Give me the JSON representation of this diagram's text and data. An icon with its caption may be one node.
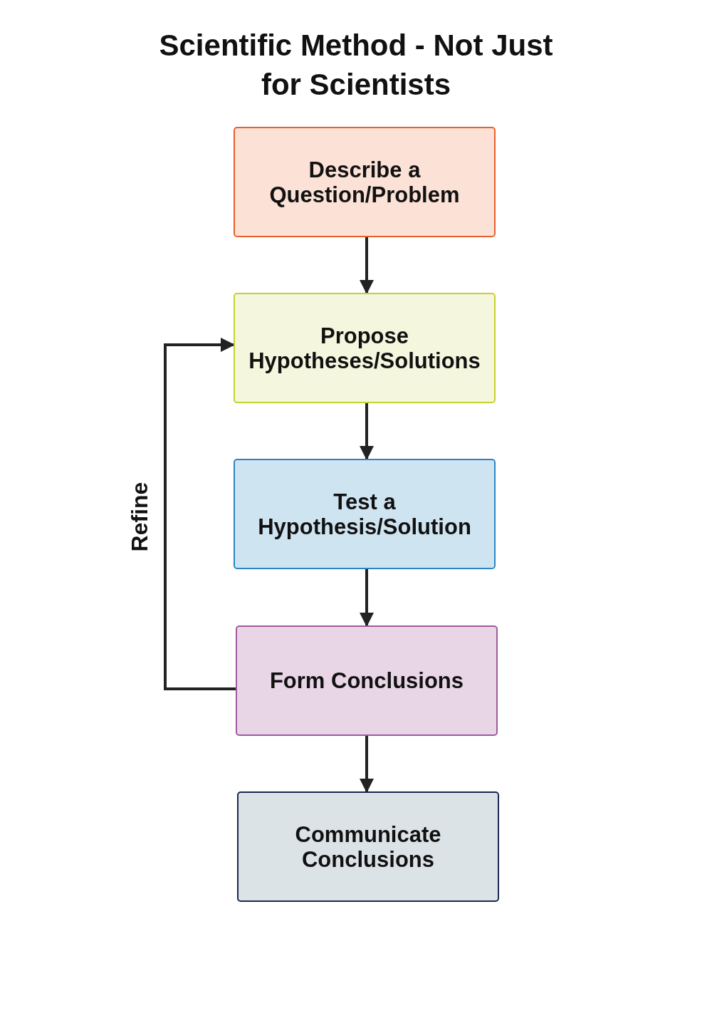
{
  "diagram": {
    "title": "Scientific Method - Not Just for Scientists",
    "nodes": [
      {
        "text": [
          "Describe a Question/Problem"
        ]
      },
      {
        "text": [
          "Propose Hypotheses/Solutions"
        ]
      },
      {
        "text": [
          "Test a Hypothesis/Solution"
        ]
      },
      {
        "text": [
          "Form Conclusions"
        ]
      },
      {
        "text": [
          "Communicate Conclusions"
        ]
      }
    ],
    "edges": [
      {
        "from": 0,
        "to": 1,
        "arrow": "to"
      },
      {
        "from": 1,
        "to": 2,
        "arrow": "to"
      },
      {
        "from": 2,
        "to": 3,
        "arrow": "to"
      },
      {
        "from": 3,
        "to": 4,
        "arrow": "to"
      },
      {
        "from": 3,
        "to": 1,
        "arrow": "to",
        "label": "Refine"
      }
    ]
  }
}
